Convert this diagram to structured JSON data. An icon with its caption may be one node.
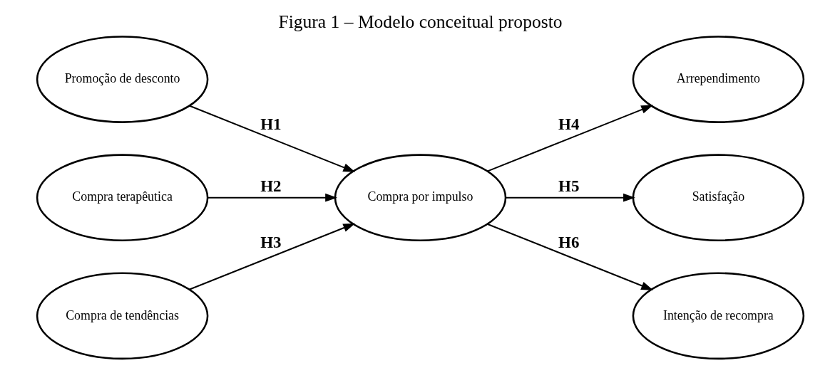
{
  "diagram": {
    "title": "Figura 1 – Modelo conceitual proposto",
    "nodes": [
      {
        "text": [
          "Promoção de desconto"
        ]
      },
      {
        "text": [
          "Compra terapêutica"
        ]
      },
      {
        "text": [
          "Compra de tendências"
        ]
      },
      {
        "text": [
          "Compra por impulso"
        ]
      },
      {
        "text": [
          "Arrependimento"
        ]
      },
      {
        "text": [
          "Satisfação"
        ]
      },
      {
        "text": [
          "Intenção de recompra"
        ]
      }
    ],
    "edges": [
      {
        "from": 0,
        "to": 3,
        "arrow": "to",
        "label": "H1"
      },
      {
        "from": 1,
        "to": 3,
        "arrow": "to",
        "label": "H2"
      },
      {
        "from": 2,
        "to": 3,
        "arrow": "to",
        "label": "H3"
      },
      {
        "from": 3,
        "to": 4,
        "arrow": "to",
        "label": "H4"
      },
      {
        "from": 3,
        "to": 5,
        "arrow": "to",
        "label": "H5"
      },
      {
        "from": 3,
        "to": 6,
        "arrow": "to",
        "label": "H6"
      }
    ]
  }
}
